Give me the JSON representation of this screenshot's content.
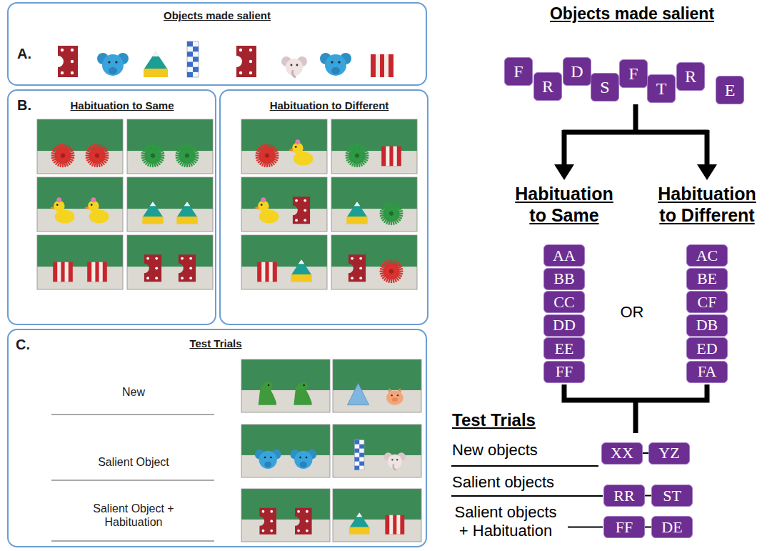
{
  "diagram": {
    "nodes": [
      {
        "text": [
          "A.",
          "Objects made salient"
        ]
      },
      {
        "text": [
          "B.",
          "Habituation to Same"
        ]
      },
      {
        "text": [
          "Habituation to Different"
        ]
      },
      {
        "text": [
          "C.",
          "Test Trials",
          "New",
          "Salient Object",
          "Salient Object + Habituation"
        ]
      },
      {
        "text": [
          "F"
        ]
      },
      {
        "text": [
          "R"
        ]
      },
      {
        "text": [
          "D"
        ]
      },
      {
        "text": [
          "S"
        ]
      },
      {
        "text": [
          "F"
        ]
      },
      {
        "text": [
          "T"
        ]
      },
      {
        "text": [
          "R"
        ]
      },
      {
        "text": [
          "E"
        ]
      },
      {
        "text": [
          "AA"
        ]
      },
      {
        "text": [
          "BB"
        ]
      },
      {
        "text": [
          "CC"
        ]
      },
      {
        "text": [
          "DD"
        ]
      },
      {
        "text": [
          "EE"
        ]
      },
      {
        "text": [
          "FF"
        ]
      },
      {
        "text": [
          "AC"
        ]
      },
      {
        "text": [
          "BE"
        ]
      },
      {
        "text": [
          "CF"
        ]
      },
      {
        "text": [
          "DB"
        ]
      },
      {
        "text": [
          "ED"
        ]
      },
      {
        "text": [
          "FA"
        ]
      },
      {
        "text": [
          "XX"
        ]
      },
      {
        "text": [
          "YZ"
        ]
      },
      {
        "text": [
          "RR"
        ]
      },
      {
        "text": [
          "ST"
        ]
      },
      {
        "text": [
          "FF"
        ]
      },
      {
        "text": [
          "DE"
        ]
      }
    ],
    "edges": [
      {
        "from": 24,
        "to": 25,
        "arrow": "none"
      },
      {
        "from": 26,
        "to": 27,
        "arrow": "none"
      },
      {
        "from": 28,
        "to": 29,
        "arrow": "none"
      }
    ],
    "labels": [
      "Objects made salient",
      "Habituation to Same",
      "Habituation to Different",
      "OR",
      "Test Trials",
      "New objects",
      "Salient objects",
      "Salient objects + Habituation"
    ]
  }
}
